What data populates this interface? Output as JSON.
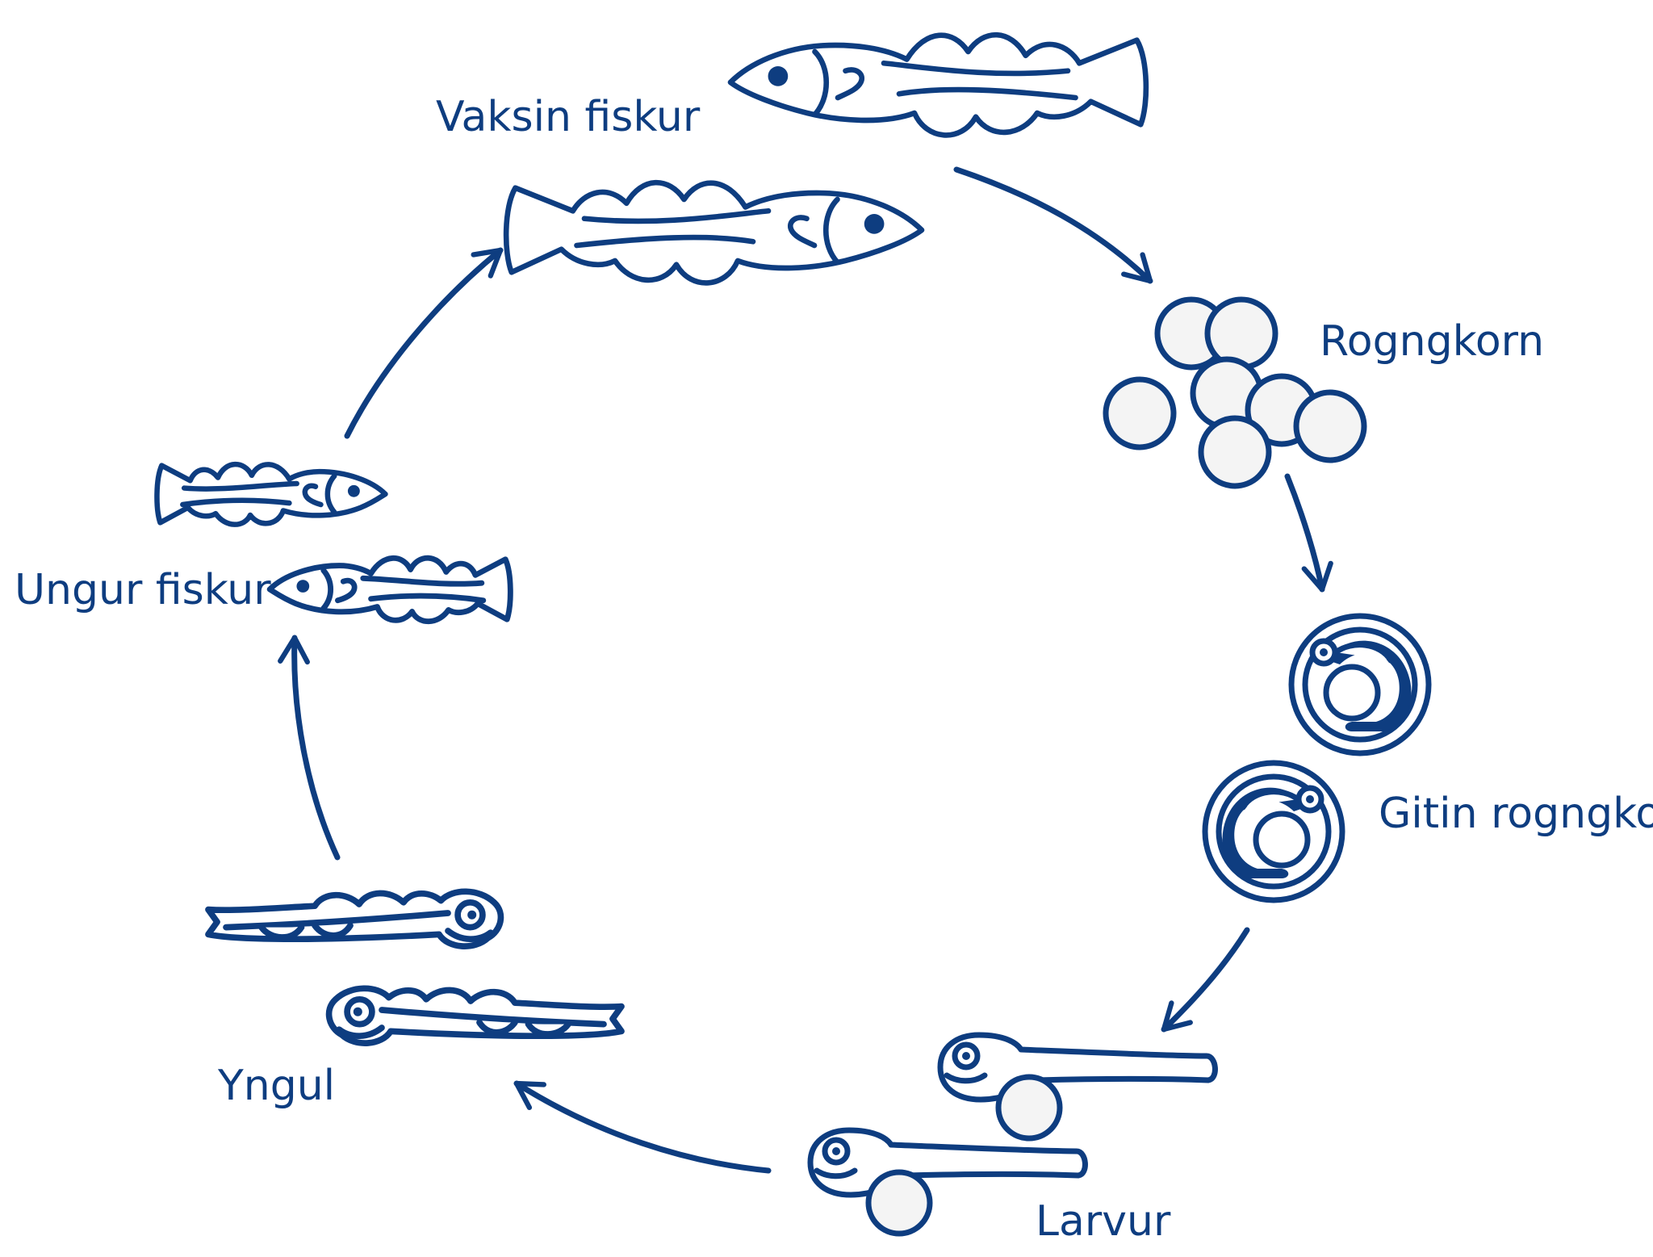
{
  "diagram": {
    "stages": [
      {
        "id": "adult",
        "label": "Vaksin fiskur"
      },
      {
        "id": "eggs",
        "label": "Rogngkorn"
      },
      {
        "id": "fertilized",
        "label": "Gitin rogngkorn"
      },
      {
        "id": "larvae",
        "label": "Larvur"
      },
      {
        "id": "fry",
        "label": "Yngul"
      },
      {
        "id": "juvenile",
        "label": "Ungur fiskur"
      }
    ],
    "colors": {
      "ink": "#0e3d80",
      "egg_fill": "#f4f4f4",
      "background": "#ffffff"
    }
  }
}
